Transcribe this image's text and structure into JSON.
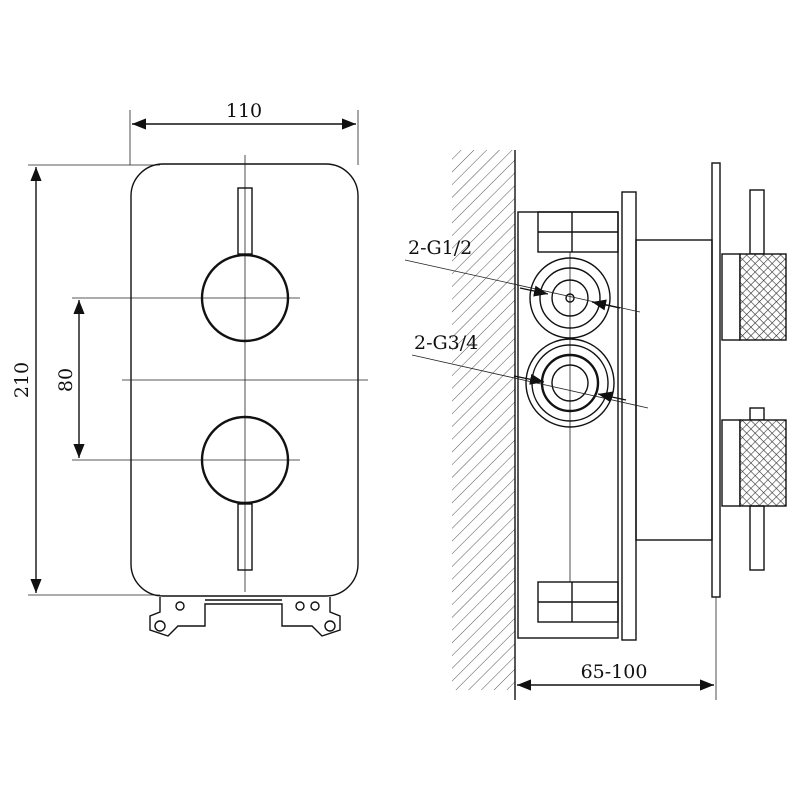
{
  "drawing": {
    "front_view": {
      "width_label": "110",
      "height_label": "210",
      "spacing_label": "80"
    },
    "side_view": {
      "inlet_small_label": "2-G1/2",
      "inlet_large_label": "2-G3/4",
      "depth_label": "65-100"
    }
  }
}
